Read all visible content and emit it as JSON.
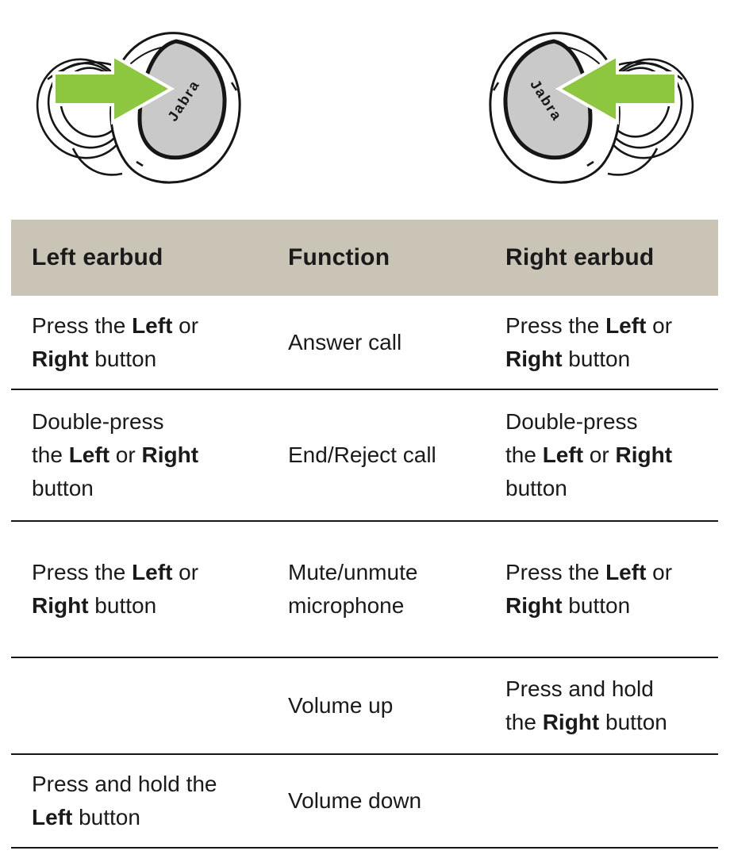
{
  "figures": {
    "left_earbud": {
      "label": "Jabra",
      "arrow_direction": "right"
    },
    "right_earbud": {
      "label": "Jabra",
      "arrow_direction": "left"
    }
  },
  "colors": {
    "arrow_green": "#8dc63f",
    "panel_gray": "#c9c9c9",
    "header_bg": "#c9c4b6",
    "line_black": "#161616"
  },
  "table": {
    "headers": [
      "Left earbud",
      "Function",
      "Right earbud"
    ],
    "rows": [
      {
        "left": [
          {
            "t": "Press the ",
            "b": false
          },
          {
            "t": "Left",
            "b": true
          },
          {
            "t": " or",
            "b": false
          },
          {
            "br": true
          },
          {
            "t": "Right",
            "b": true
          },
          {
            "t": " button",
            "b": false
          }
        ],
        "function": [
          {
            "t": "Answer call",
            "b": false
          }
        ],
        "right": [
          {
            "t": "Press the ",
            "b": false
          },
          {
            "t": "Left",
            "b": true
          },
          {
            "t": " or",
            "b": false
          },
          {
            "br": true
          },
          {
            "t": "Right",
            "b": true
          },
          {
            "t": " button",
            "b": false
          }
        ]
      },
      {
        "left": [
          {
            "t": "Double-press",
            "b": false
          },
          {
            "br": true
          },
          {
            "t": "the ",
            "b": false
          },
          {
            "t": "Left",
            "b": true
          },
          {
            "t": " or ",
            "b": false
          },
          {
            "t": "Right",
            "b": true
          },
          {
            "br": true
          },
          {
            "t": "button",
            "b": false
          }
        ],
        "function": [
          {
            "t": "End/Reject call",
            "b": false
          }
        ],
        "right": [
          {
            "t": "Double-press",
            "b": false
          },
          {
            "br": true
          },
          {
            "t": "the ",
            "b": false
          },
          {
            "t": "Left",
            "b": true
          },
          {
            "t": " or ",
            "b": false
          },
          {
            "t": "Right",
            "b": true
          },
          {
            "br": true
          },
          {
            "t": "button",
            "b": false
          }
        ]
      },
      {
        "left": [
          {
            "t": "Press the ",
            "b": false
          },
          {
            "t": "Left",
            "b": true
          },
          {
            "t": " or",
            "b": false
          },
          {
            "br": true
          },
          {
            "t": "Right",
            "b": true
          },
          {
            "t": " button",
            "b": false
          }
        ],
        "function": [
          {
            "t": "Mute/unmute",
            "b": false
          },
          {
            "br": true
          },
          {
            "t": "microphone",
            "b": false
          }
        ],
        "right": [
          {
            "t": "Press the ",
            "b": false
          },
          {
            "t": "Left",
            "b": true
          },
          {
            "t": " or",
            "b": false
          },
          {
            "br": true
          },
          {
            "t": "Right",
            "b": true
          },
          {
            "t": " button",
            "b": false
          }
        ]
      },
      {
        "left": [],
        "function": [
          {
            "t": "Volume up",
            "b": false
          }
        ],
        "right": [
          {
            "t": "Press and hold",
            "b": false
          },
          {
            "br": true
          },
          {
            "t": "the ",
            "b": false
          },
          {
            "t": "Right",
            "b": true
          },
          {
            "t": " button",
            "b": false
          }
        ]
      },
      {
        "left": [
          {
            "t": "Press and hold the",
            "b": false
          },
          {
            "br": true
          },
          {
            "t": "Left",
            "b": true
          },
          {
            "t": " button",
            "b": false
          }
        ],
        "function": [
          {
            "t": "Volume down",
            "b": false
          }
        ],
        "right": []
      }
    ]
  }
}
